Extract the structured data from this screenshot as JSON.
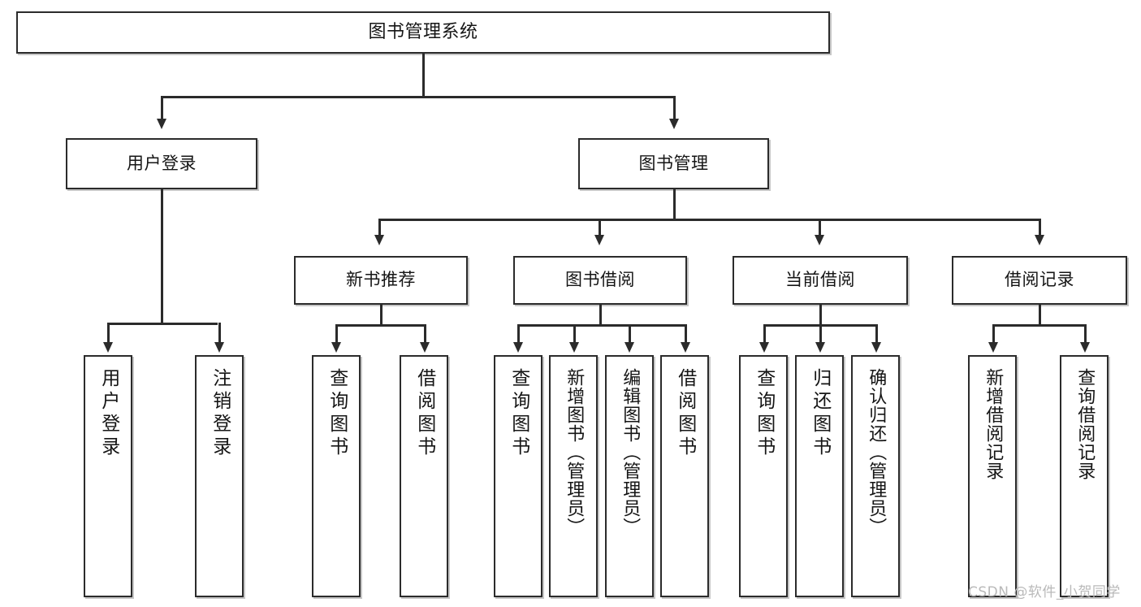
{
  "diagram": {
    "type": "tree-hierarchy",
    "title": "图书管理系统",
    "root": {
      "id": "root",
      "label": "图书管理系统"
    },
    "level2": [
      {
        "id": "user-login",
        "label": "用户登录"
      },
      {
        "id": "book-management",
        "label": "图书管理"
      }
    ],
    "level3": [
      {
        "id": "new-book-recommend",
        "label": "新书推荐",
        "parent": "book-management"
      },
      {
        "id": "book-borrow",
        "label": "图书借阅",
        "parent": "book-management"
      },
      {
        "id": "current-borrow",
        "label": "当前借阅",
        "parent": "book-management"
      },
      {
        "id": "borrow-record",
        "label": "借阅记录",
        "parent": "book-management"
      }
    ],
    "leaves": [
      {
        "id": "leaf-user-login",
        "label": "用户登录",
        "parent": "user-login"
      },
      {
        "id": "leaf-logout-login",
        "label": "注销登录",
        "parent": "user-login"
      },
      {
        "id": "leaf-query-book-1",
        "label": "查询图书",
        "parent": "new-book-recommend"
      },
      {
        "id": "leaf-borrow-book-1",
        "label": "借阅图书",
        "parent": "new-book-recommend"
      },
      {
        "id": "leaf-query-book-2",
        "label": "查询图书",
        "parent": "book-borrow"
      },
      {
        "id": "leaf-add-book",
        "label": "新增图书（管理员）",
        "parent": "book-borrow"
      },
      {
        "id": "leaf-edit-book",
        "label": "编辑图书（管理员）",
        "parent": "book-borrow"
      },
      {
        "id": "leaf-borrow-book-2",
        "label": "借阅图书",
        "parent": "book-borrow"
      },
      {
        "id": "leaf-query-book-3",
        "label": "查询图书",
        "parent": "current-borrow"
      },
      {
        "id": "leaf-return-book",
        "label": "归还图书",
        "parent": "current-borrow"
      },
      {
        "id": "leaf-confirm-return",
        "label": "确认归还（管理员）",
        "parent": "current-borrow"
      },
      {
        "id": "leaf-add-record",
        "label": "新增借阅记录",
        "parent": "borrow-record"
      },
      {
        "id": "leaf-query-record",
        "label": "查询借阅记录",
        "parent": "borrow-record"
      }
    ],
    "watermark": "CSDN @软件_小贺同学",
    "colors": {
      "stroke": "#2b2b2b",
      "background": "#ffffff",
      "text": "#151515",
      "watermark": "#b9b9b9"
    }
  }
}
